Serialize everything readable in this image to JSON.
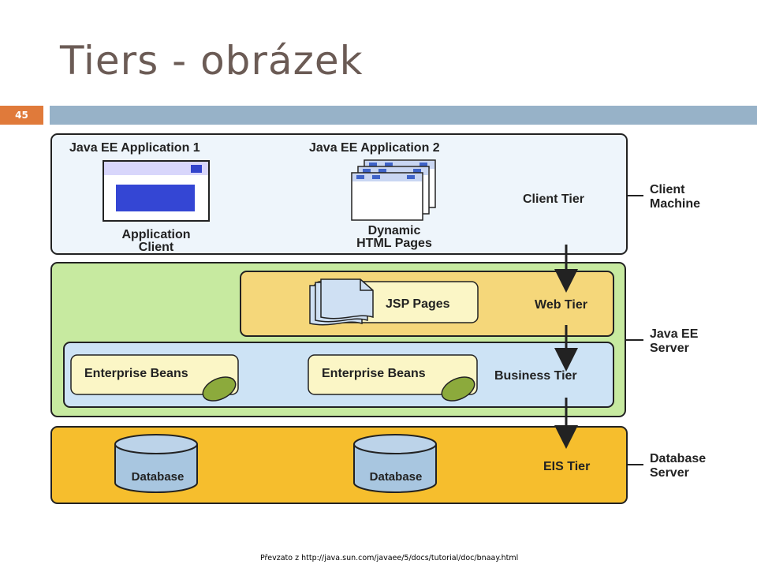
{
  "slide": {
    "title": "Tiers - obrázek",
    "number": "45",
    "source": "Převzato z http://java.sun.com/javaee/5/docs/tutorial/doc/bnaay.html"
  },
  "diagram": {
    "client_tier": {
      "app1_title": "Java EE Application 1",
      "app1_label_line1": "Application",
      "app1_label_line2": "Client",
      "app2_title": "Java EE Application 2",
      "app2_label_line1": "Dynamic",
      "app2_label_line2": "HTML Pages",
      "tier_label": "Client Tier"
    },
    "web_tier": {
      "component": "JSP Pages",
      "tier_label": "Web Tier"
    },
    "business_tier": {
      "bean1": "Enterprise Beans",
      "bean2": "Enterprise Beans",
      "tier_label": "Business Tier"
    },
    "eis_tier": {
      "db1": "Database",
      "db2": "Database",
      "tier_label": "EIS Tier"
    },
    "side_labels": {
      "client_machine_line1": "Client",
      "client_machine_line2": "Machine",
      "javaee_server_line1": "Java EE",
      "javaee_server_line2": "Server",
      "database_server_line1": "Database",
      "database_server_line2": "Server"
    },
    "colors": {
      "client_bg": "#eef5fb",
      "javaee_bg": "#c7eaa0",
      "web_bg": "#f5d77a",
      "business_bg": "#cde3f5",
      "eis_bg": "#f6be2d",
      "bean_box": "#fbf6c6",
      "bean_icon": "#8caa3c",
      "db_fill": "#a8c6e0",
      "html_page": "#2f3fd0"
    }
  }
}
